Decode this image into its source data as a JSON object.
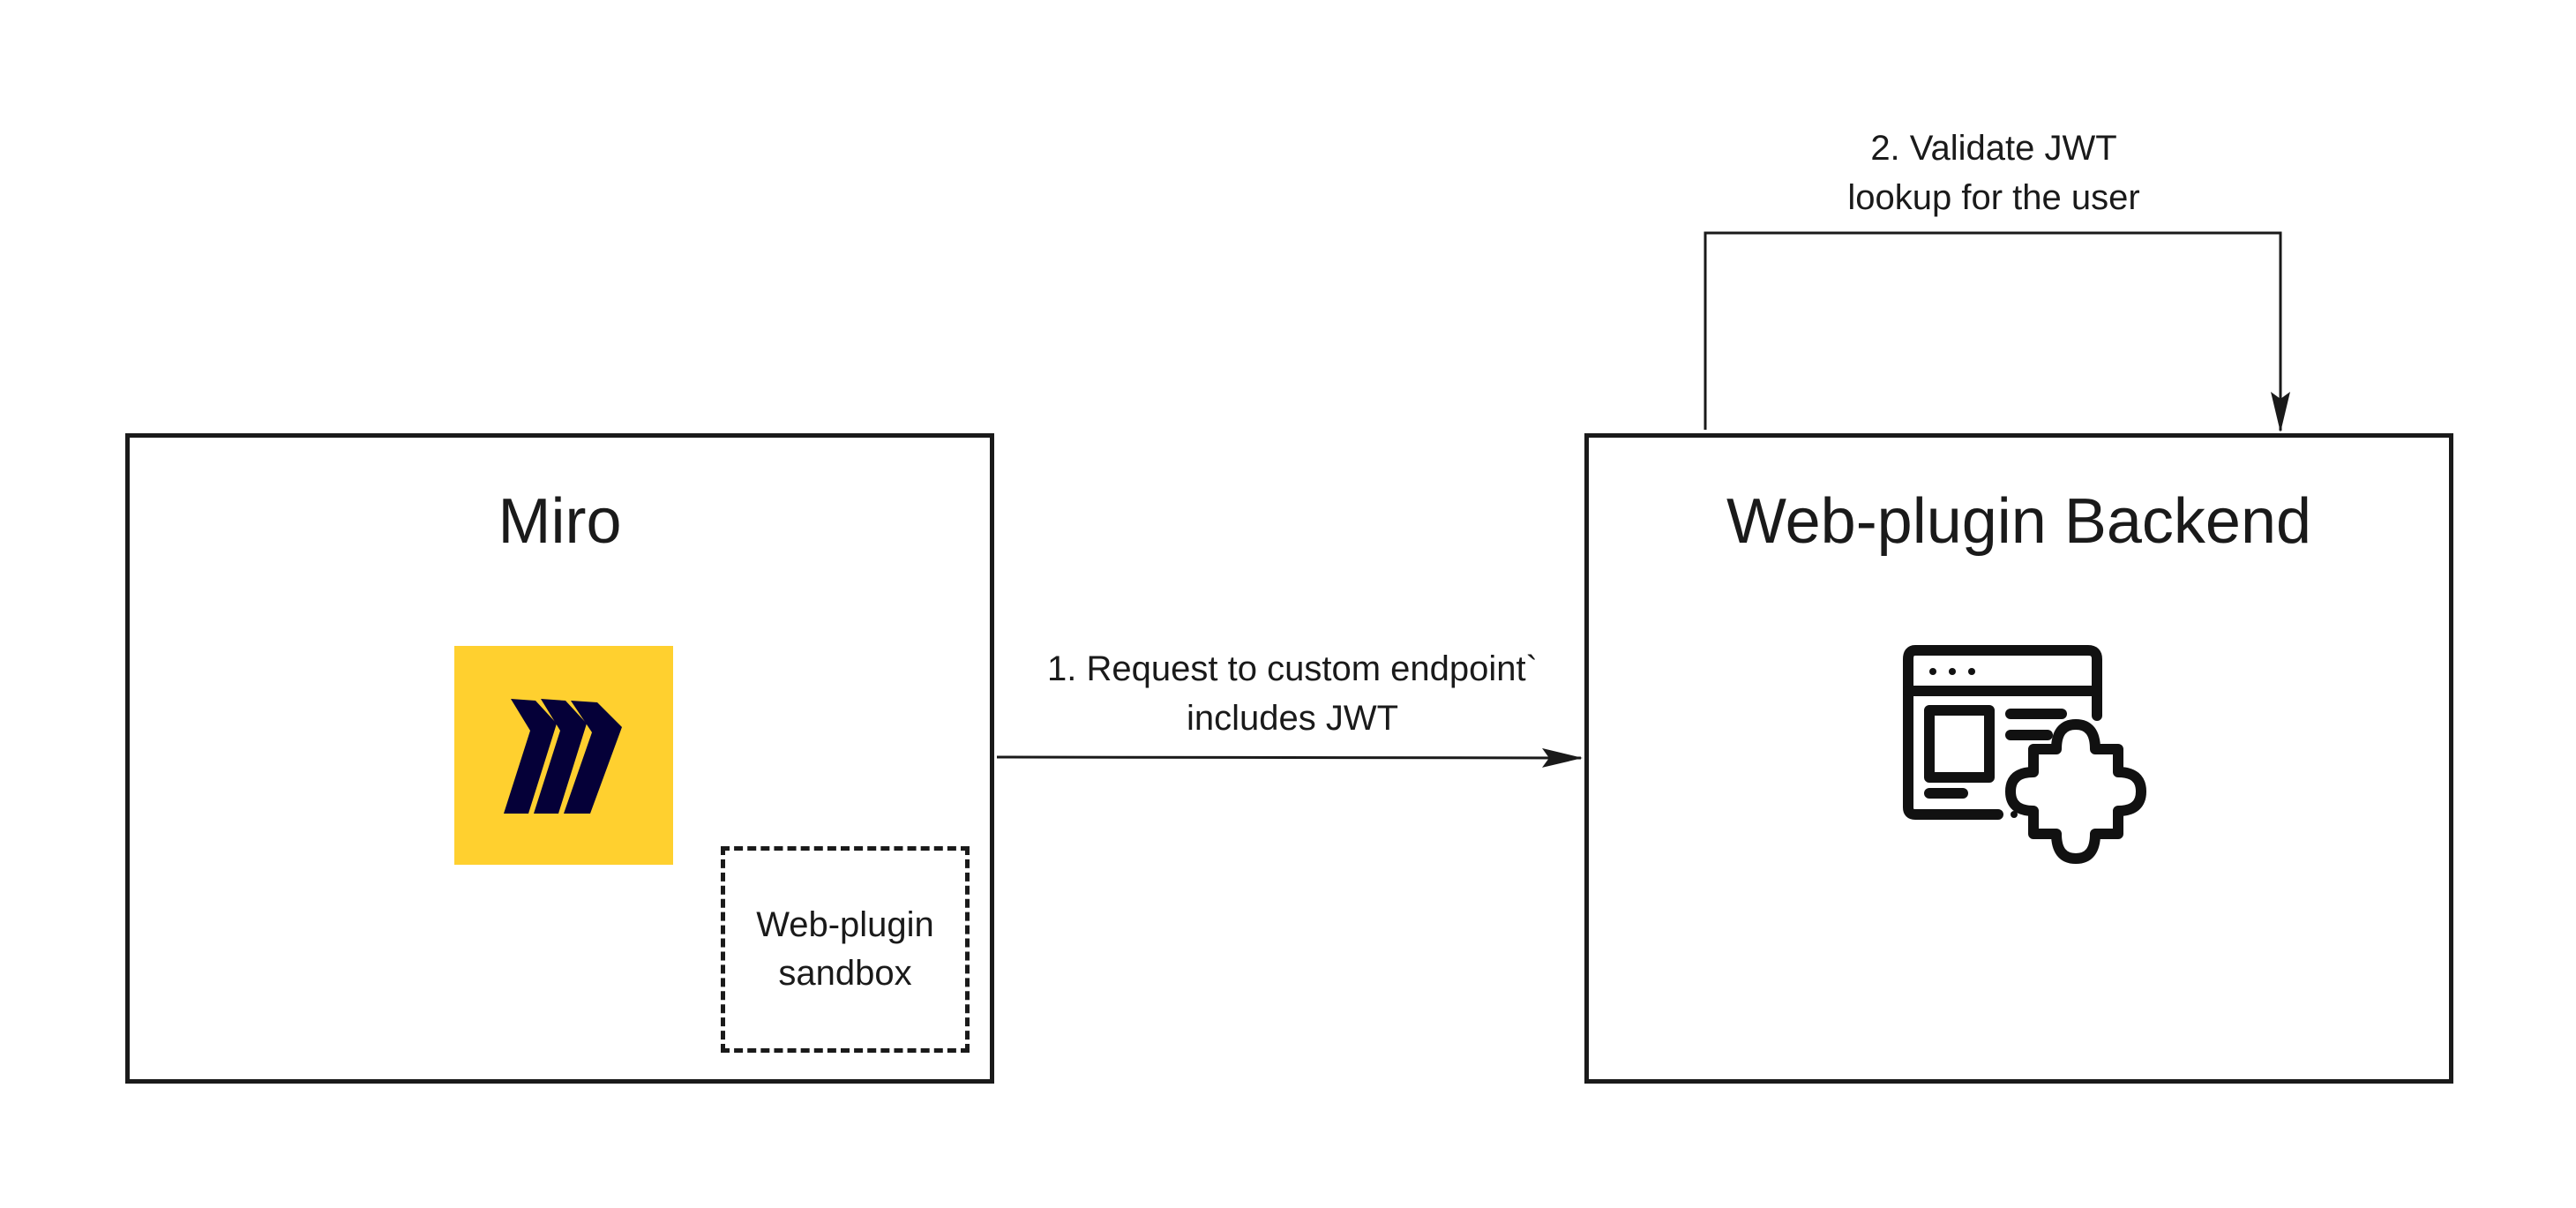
{
  "miro_box": {
    "title": "Miro"
  },
  "sandbox": {
    "line1": "Web-plugin",
    "line2": "sandbox"
  },
  "backend_box": {
    "title": "Web-plugin Backend"
  },
  "step1": {
    "line1": "1. Request to custom endpoint`",
    "line2": "includes JWT"
  },
  "step2": {
    "line1": "2. Validate JWT",
    "line2": "lookup for the user"
  },
  "colors": {
    "miro_yellow": "#FFD02F",
    "miro_navy": "#050038",
    "stroke": "#1a1a1a"
  },
  "icons": {
    "miro_logo": "miro-logo-icon",
    "plugin": "web-plugin-puzzle-icon"
  }
}
